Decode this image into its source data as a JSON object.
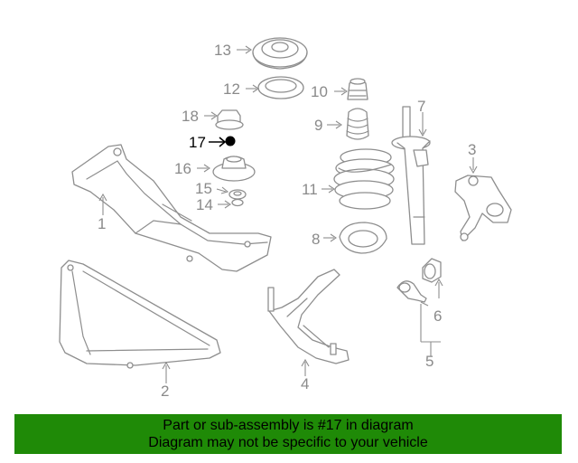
{
  "callouts": {
    "c1": "1",
    "c2": "2",
    "c3": "3",
    "c4": "4",
    "c5": "5",
    "c6": "6",
    "c7": "7",
    "c8": "8",
    "c9": "9",
    "c10": "10",
    "c11": "11",
    "c12": "12",
    "c13": "13",
    "c14": "14",
    "c15": "15",
    "c16": "16",
    "c17": "17",
    "c18": "18"
  },
  "highlight_part": "17",
  "colors": {
    "highlight": "#000000",
    "line_art": "#8e8e8e",
    "banner": "#1f8a07"
  },
  "banner": {
    "line1": "Part or sub-assembly is #17 in diagram",
    "line2": "Diagram may not be specific to your vehicle"
  }
}
